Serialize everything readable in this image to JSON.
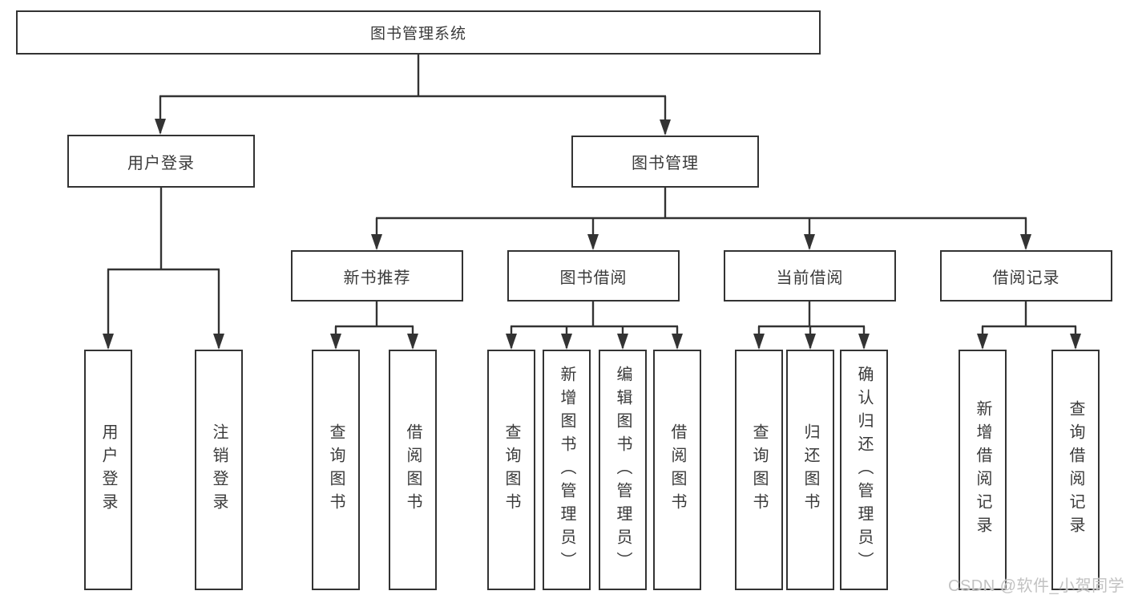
{
  "diagram": {
    "title": "图书管理系统",
    "level2": [
      "用户登录",
      "图书管理"
    ],
    "level3": [
      "新书推荐",
      "图书借阅",
      "当前借阅",
      "借阅记录"
    ],
    "leaves": {
      "user_login": [
        "用户登录",
        "注销登录"
      ],
      "new_books": [
        "查询图书",
        "借阅图书"
      ],
      "book_borrow": [
        "查询图书",
        "新增图书（管理员）",
        "编辑图书（管理员）",
        "借阅图书"
      ],
      "current_borrow": [
        "查询图书",
        "归还图书",
        "确认归还（管理员）"
      ],
      "borrow_records": [
        "新增借阅记录",
        "查询借阅记录"
      ]
    }
  },
  "watermark": "CSDN @软件_小贺同学",
  "colors": {
    "line": "#333333",
    "text": "#3a3a3a",
    "box_background": "#ffffff",
    "watermark": "#c2c2c2"
  }
}
